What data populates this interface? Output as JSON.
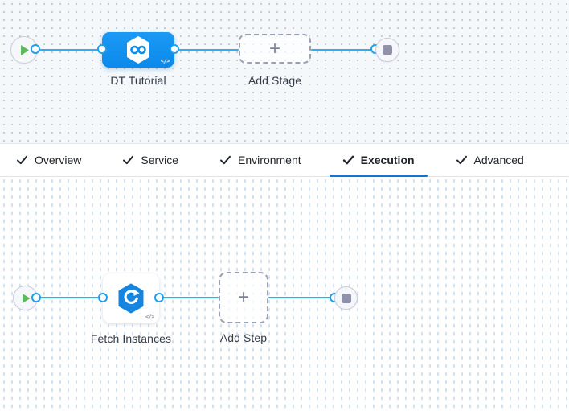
{
  "stage_graph": {
    "node_label": "DT Tutorial",
    "add_label": "Add Stage",
    "plus_glyph": "+",
    "code_glyph": "</>"
  },
  "tabs": {
    "active": "Execution",
    "items": [
      {
        "label": "Overview"
      },
      {
        "label": "Service"
      },
      {
        "label": "Environment"
      },
      {
        "label": "Execution"
      },
      {
        "label": "Advanced"
      }
    ]
  },
  "step_graph": {
    "node_label": "Fetch Instances",
    "add_label": "Add Step",
    "plus_glyph": "+",
    "code_glyph": "</>"
  },
  "colors": {
    "edge_blue": "#2fadf1",
    "stage_node_blue": "#0d8fee",
    "step_icon_blue": "#1585e0",
    "active_tab_underline": "#1374d6",
    "play_green": "#5fb85f",
    "stop_gray": "#8f92a8",
    "top_canvas_bg": "#f4f8fb",
    "bottom_canvas_bg": "#ffffff"
  }
}
